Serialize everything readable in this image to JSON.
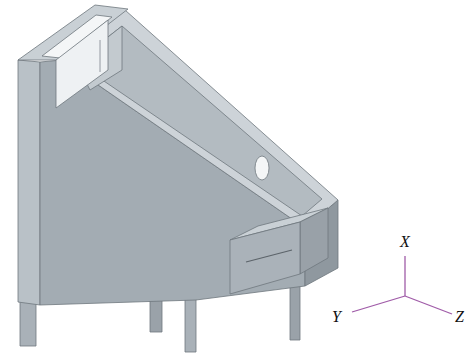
{
  "diagram": {
    "labels": [
      "X",
      "Y",
      "Z"
    ]
  }
}
